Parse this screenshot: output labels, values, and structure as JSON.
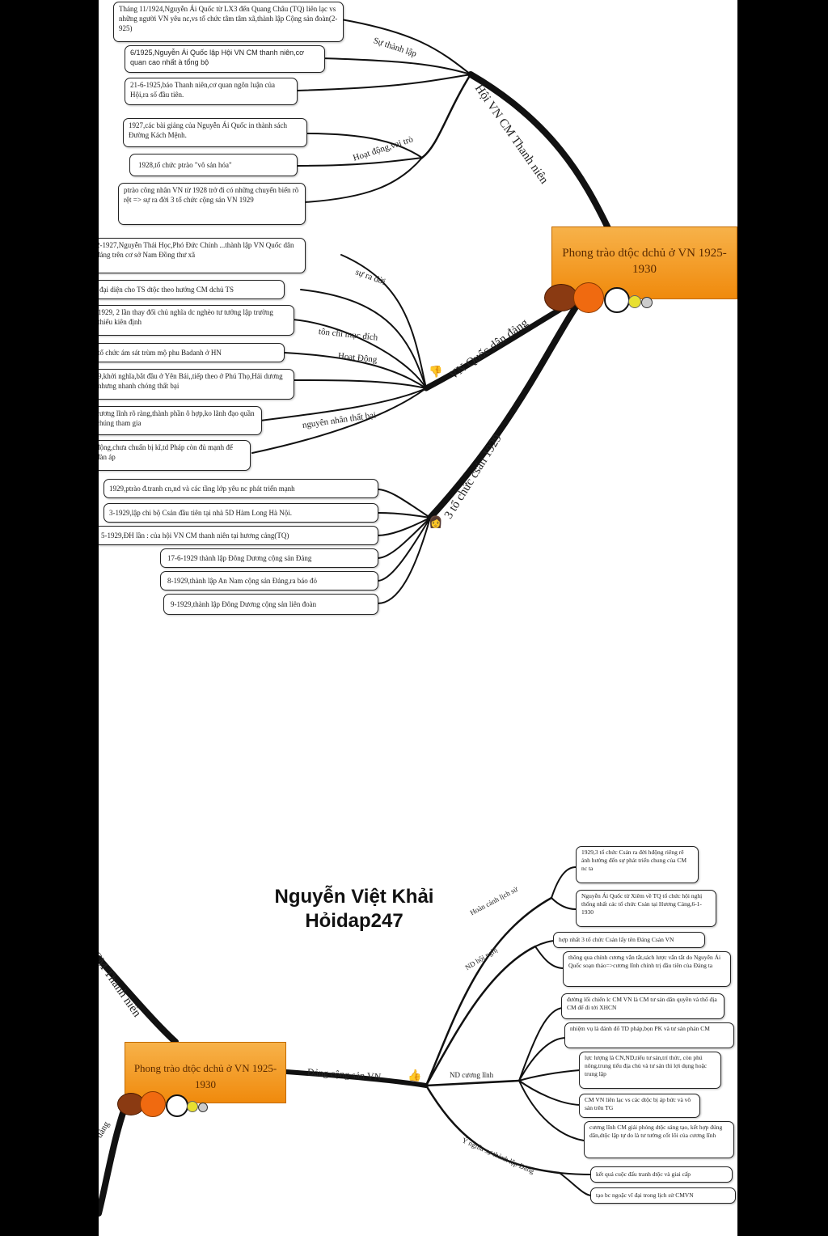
{
  "top": {
    "central": "Phong trào dtộc dchủ ở VN 1925-1930",
    "branch_hoi": "Hội VN CM Thanh niên",
    "sub_thanhlap": "Sự thành lập",
    "sub_hoatdong": "Hoạt động,vai trò",
    "box1": "Tháng 11/1924,Nguyễn Ái Quốc từ LX3 đến Quang Châu (TQ) liên lạc vs những người VN yêu nc,vs tổ chức tâm tâm xã,thành lập Cộng sản đoàn(2- 925)",
    "box2": "6/1925,Nguyễn Ái Quốc lập Hội VN CM thanh niên,cơ quan cao nhất à tổng bộ",
    "box3": "21-6-1925,báo Thanh niên,cơ quan ngôn luận của Hội,ra số đầu tiên.",
    "box4": "1927,các bài giảng của Nguyễn Ái Quốc in thành sách Đường Kách Mệnh.",
    "box5": "1928,tổ chức ptrào \"vô sản hóa\"",
    "box6": "ptrào công nhân VN từ 1928 trở đi có những chuyển biến rõ rệt => sự ra đời 3 tổ chức cộng sản VN 1929",
    "branch_qdd": "VN Quốc dân đảng",
    "sub_rado": "sự ra đời",
    "sub_tongchi": "tôn chỉ mục đích",
    "sub_hd": "Hoạt Động",
    "sub_nn": "nguyên nhân thất bại",
    "box7": "2-1927,Nguyễn Thái Học,Phó Đức Chính ...thành lập VN Quốc dân đảng trên cơ sở Nam Đồng thư xã",
    "box8": "đại diện cho TS dtộc theo hướng CM dchủ TS",
    "box9": "1929, 2 lần thay đổi chủ nghĩa dc nghèo tư tưởng lập trường thiếu kiên định",
    "box10": "tổ chức ám sát trùm mộ phu Badanh ở HN",
    "box11": "9,khởi nghĩa,bắt đầu ở Yên Bái,,tiếp theo ở Phú Thọ,Hải dương nhưng nhanh chóng thất bại",
    "box12": "cương lĩnh rõ ràng,thành phần ô hợp,ko lãnh đạo quần chúng tham gia",
    "box13": "động,chưa chuẩn bị kĩ,td Pháp còn đủ mạnh để đàn áp",
    "branch_3tc": "3 tổ chức csản 1929",
    "box14": "1929,ptrào đ.tranh cn,nd và các tầng lớp yêu nc phát triển mạnh",
    "box15": "3-1929,lập chi bộ Csản đầu tiên tại nhà 5D Hàm Long Hà Nội.",
    "box16": "5-1929,ĐH lần : của hội VN CM thanh niên tại hương cảng(TQ)",
    "box17": "17-6-1929 thành lập Đông Dương cộng sản Đảng",
    "box18": "8-1929,thành lập An Nam cộng sản Đảng,ra báo đỏ",
    "box19": "9-1929,thành lập Đông Dương cộng sản liên đoàn"
  },
  "watermark": {
    "line1": "Nguyễn Việt Khải",
    "line2": "Hỏidap247"
  },
  "bottom": {
    "central": "Phong trào dtộc dchủ ở VN 1925-1930",
    "branch_cut": "CM Thanh niên",
    "branch_cut2": "đảng",
    "branch_dcs": "Đảng cộng sản VN",
    "sub_hoancanh": "Hoàn cảnh lịch sử",
    "sub_nd_hoinghi": "ND hội nghị",
    "sub_nd_cuonglinh": "ND cương lĩnh",
    "sub_ynghia": "Ý nghĩa sự thành lập Đảng",
    "box1": "1929,3 tổ chức Csản ra đời hđộng riêng rẽ ảnh hưởng đến sự phát triển chung của CM nc ta",
    "box2": "Nguyễn Ái Quốc từ Xiêm về TQ tổ chức hội nghị thống nhất các tổ chức Csản tại Hương Cảng,6-1-1930",
    "box3": "hợp nhất 3 tổ chức Csản lấy tên Đảng Csản VN",
    "box4": "thông qua chính cương vắn tắt,sách lược vắn tắt do Nguyễn Ái Quốc soạn thảo=>cương lĩnh chính trị đầu tiên của Đảng ta",
    "box5": "đường lối chiến lc CM VN là CM tư sản dân quyền và thổ địa CM để đi tới XHCN",
    "box6": "nhiệm vụ là đánh đổ TD pháp,bọn PK và tư sản phản CM",
    "box7": "lực lượng là CN,ND,tiểu tư sản,trí thức, còn phú nông,trung tiểu địa chủ và tư sản thì lợi dụng hoặc trung lập",
    "box8": "CM VN liên lạc vs các dtộc bị áp bức và vô sản trên TG",
    "box9": "cương lĩnh CM giải phóng dtộc sáng tạo, kết hợp đúng dân,dtộc lập tự do là tư tưởng cốt lõi của cương lĩnh",
    "box10": "kết quả cuộc đấu tranh dtộc và giai cấp",
    "box11": "tạo bc ngoặc vĩ đại trong lịch sử CMVN"
  }
}
